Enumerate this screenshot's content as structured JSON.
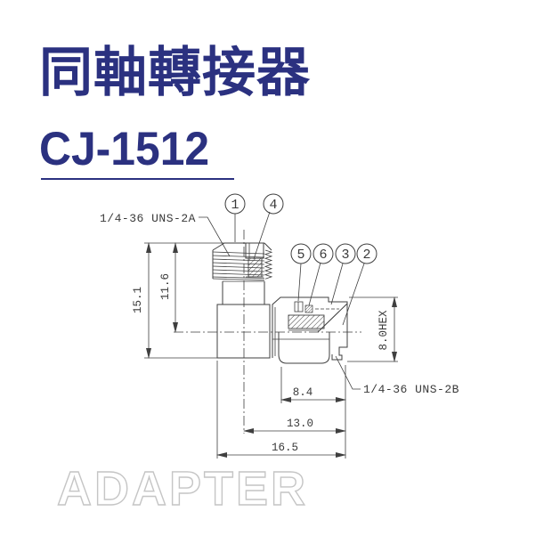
{
  "header": {
    "title": "同軸轉接器",
    "model": "CJ-1512"
  },
  "watermark": {
    "text": "ADAPTER"
  },
  "colors": {
    "title": "#2b3180",
    "line": "#3f3f3f",
    "watermark": "#c5c5c5",
    "bg": "#ffffff"
  },
  "drawing": {
    "thread_label_top": "1/4-36 UNS-2A",
    "thread_label_right": "1/4-36 UNS-2B",
    "callouts": [
      "1",
      "4",
      "5",
      "6",
      "3",
      "2"
    ],
    "dimensions": {
      "total_height": "15.1",
      "upper_height": "11.6",
      "hex_size": "8.0HEX",
      "nut_length": "8.4",
      "mid_length": "13.0",
      "total_length": "16.5"
    }
  }
}
